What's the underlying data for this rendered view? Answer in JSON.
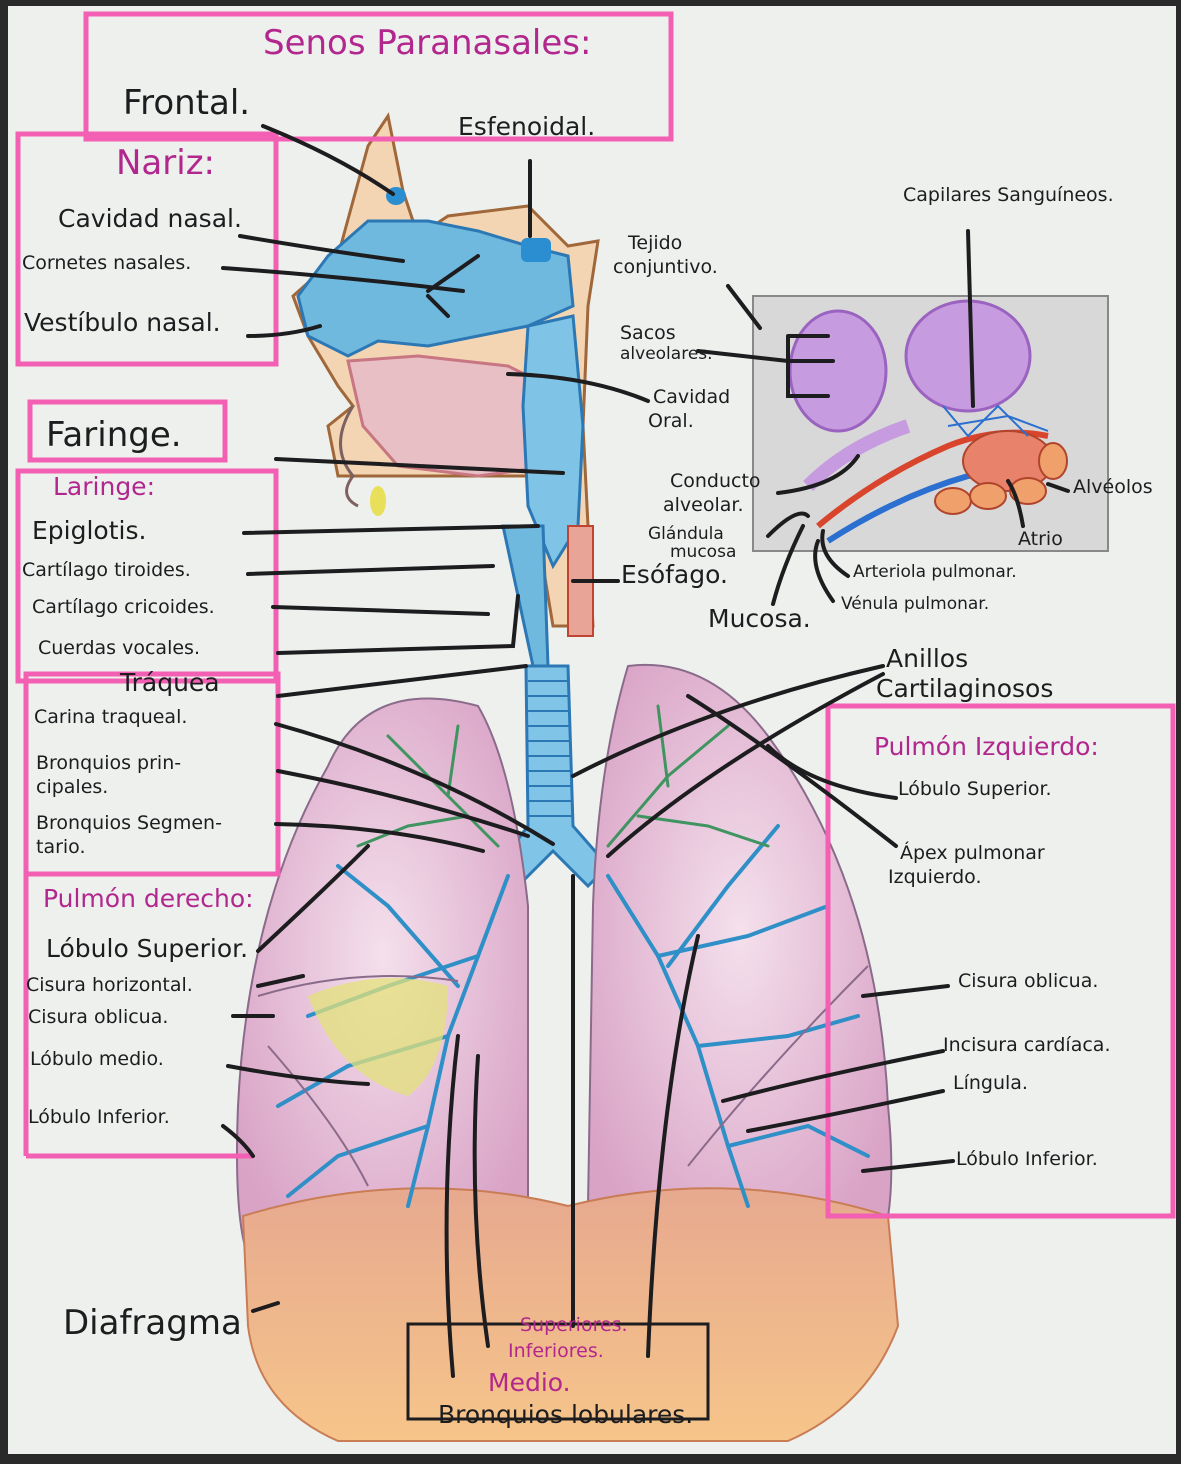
{
  "title": "Senos Paranasales:",
  "sections": {
    "nariz": "Nariz:",
    "laringe": "Laringe:",
    "pulmon_derecho": "Pulmón derecho:",
    "pulmon_izquierdo": "Pulmón Izquierdo:"
  },
  "labels_left": {
    "frontal": "Frontal.",
    "cavidad_nasal": "Cavidad nasal.",
    "cornetes_nasales": "Cornetes nasales.",
    "vestibulo_nasal": "Vestíbulo nasal.",
    "faringe": "Faringe.",
    "epiglotis": "Epiglotis.",
    "cartilago_tiroides": "Cartílago tiroides.",
    "cartilago_cricoides": "Cartílago cricoides.",
    "cuerdas_vocales": "Cuerdas vocales.",
    "traquea": "Tráquea",
    "carina_traqueal": "Carina traqueal.",
    "bronquios_principales_1": "Bronquios prin-",
    "bronquios_principales_2": "cipales.",
    "bronquios_segmentarios_1": "Bronquios Segmen-",
    "bronquios_segmentarios_2": "tario.",
    "lobulo_superior": "Lóbulo Superior.",
    "cisura_horizontal": "Cisura horizontal.",
    "cisura_oblicua": "Cisura oblicua.",
    "lobulo_medio": "Lóbulo medio.",
    "lobulo_inferior": "Lóbulo Inferior.",
    "diafragma": "Diafragma"
  },
  "labels_center": {
    "esfenoidal": "Esfenoidal.",
    "tejido_conjuntivo_1": "Tejido",
    "tejido_conjuntivo_2": "conjuntivo.",
    "sacos_alveolares_1": "Sacos",
    "sacos_alveolares_2": "alveolares.",
    "cavidad_oral_1": "Cavidad",
    "cavidad_oral_2": "Oral.",
    "conducto_alveolar_1": "Conducto",
    "conducto_alveolar_2": "alveolar.",
    "glandula_mucosa_1": "Glándula",
    "glandula_mucosa_2": "mucosa",
    "esofago": "Esófago.",
    "mucosa": "Mucosa.",
    "arteriola_pulmonar": "Arteriola pulmonar.",
    "venula_pulmonar": "Vénula pulmonar.",
    "superiores": "Superiores.",
    "inferiores": "Inferiores.",
    "medio": "Medio.",
    "bronquios_lobulares": "Bronquios lobulares."
  },
  "labels_right": {
    "capilares_sanguineos": "Capilares Sanguíneos.",
    "alveolos": "Alvéolos",
    "atrio": "Atrio",
    "anillos_cartilaginosos_1": "Anillos",
    "anillos_cartilaginosos_2": "Cartilaginosos",
    "lobulo_superior": "Lóbulo Superior.",
    "apex_pulmonar_1": "Ápex pulmonar",
    "apex_pulmonar_2": "Izquierdo.",
    "cisura_oblicua": "Cisura oblicua.",
    "incisura_cardiaca": "Incisura cardíaca.",
    "lingula": "Língula.",
    "lobulo_inferior": "Lóbulo Inferior."
  },
  "colors": {
    "paper": "#eef0ee",
    "frame_pink": "#f35fb2",
    "heading_magenta": "#b2278d",
    "ink": "#1d1d1f",
    "lung_pink": "#e9c3d8",
    "airway_blue": "#6fb9df",
    "bronchi_green": "#3f9460",
    "diaphragm_orange": "#f0b383",
    "vessel_red": "#d9452c",
    "vessel_blue": "#2b6fd0",
    "alveoli_purple": "#c79be0"
  }
}
